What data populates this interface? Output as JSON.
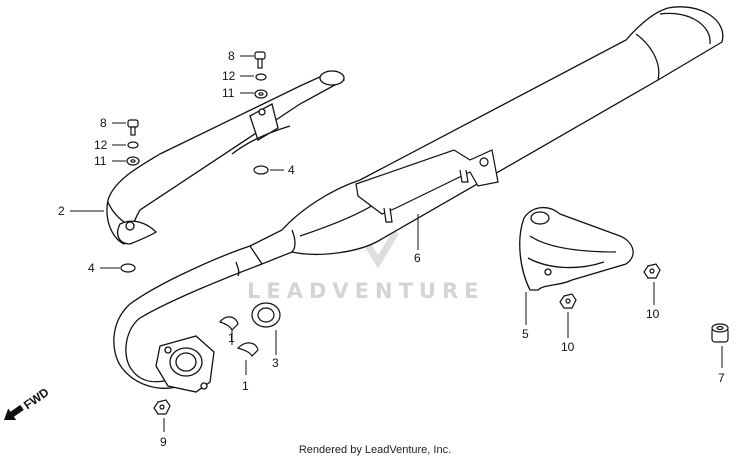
{
  "callouts": {
    "c8a": "8",
    "c12a": "12",
    "c11a": "11",
    "c8b": "8",
    "c12b": "12",
    "c11b": "11",
    "c4a": "4",
    "c2": "2",
    "c4b": "4",
    "c6": "6",
    "c5": "5",
    "c10a": "10",
    "c10b": "10",
    "c7": "7",
    "c3": "3",
    "c1a": "1",
    "c1b": "1",
    "c9": "9"
  },
  "fwd_label": "FWD",
  "watermark": "LEADVENTURE",
  "footer": "Rendered by LeadVenture, Inc."
}
